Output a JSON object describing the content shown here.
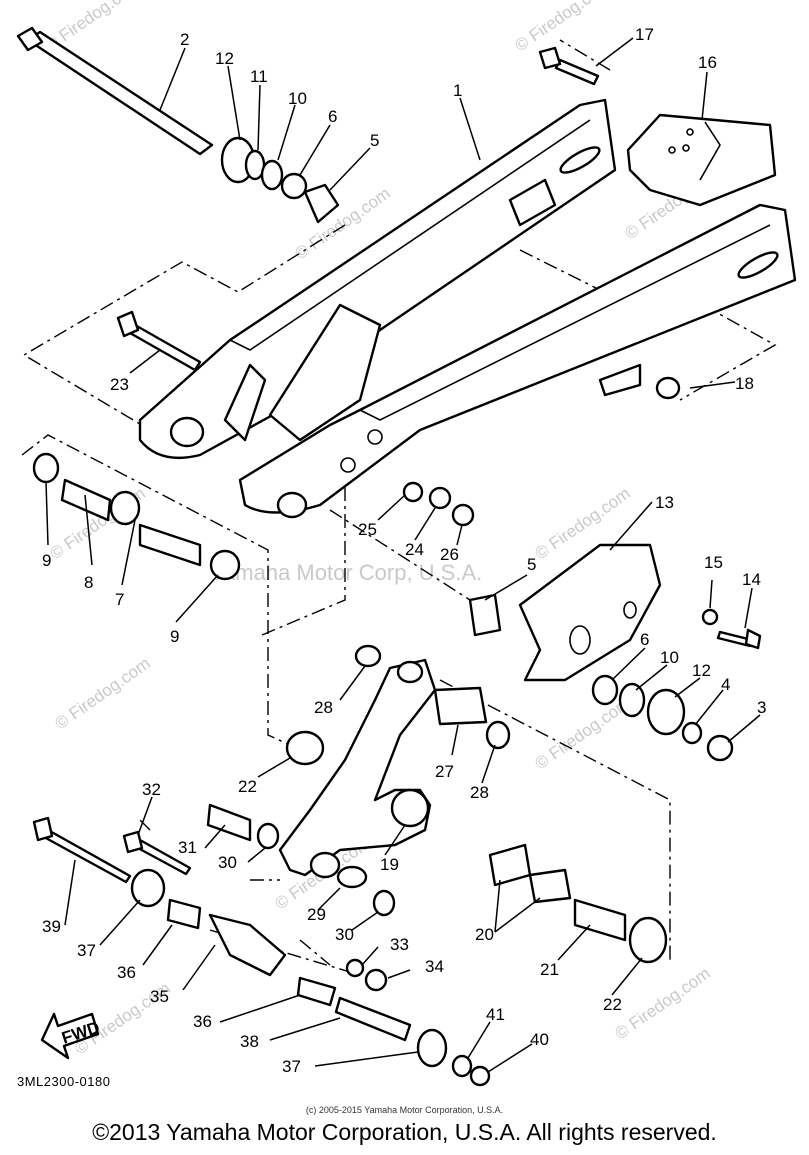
{
  "diagram": {
    "callouts": [
      "1",
      "2",
      "3",
      "4",
      "5",
      "5",
      "6",
      "6",
      "7",
      "8",
      "9",
      "9",
      "10",
      "10",
      "11",
      "12",
      "12",
      "13",
      "14",
      "15",
      "16",
      "17",
      "18",
      "19",
      "20",
      "21",
      "22",
      "22",
      "23",
      "24",
      "25",
      "26",
      "27",
      "28",
      "28",
      "29",
      "30",
      "30",
      "31",
      "32",
      "33",
      "34",
      "35",
      "36",
      "36",
      "37",
      "37",
      "38",
      "39",
      "40",
      "41"
    ],
    "fwd_label": "FWD",
    "diagram_code": "3ML2300-0180",
    "watermarks": [
      "© Firedog.com",
      "© Firedog.com",
      "© Firedog.com",
      "© Firedog.com",
      "© Firedog.com",
      "© Firedog.com",
      "© Firedog.com",
      "© Firedog.com",
      "© Firedog.com",
      "© Firedog.com",
      "© Firedog.com",
      "Yamaha Motor Corp, U.S.A."
    ]
  },
  "footer": {
    "small_copyright": "(c) 2005-2015 Yamaha Motor Corporation, U.S.A.",
    "main_copyright": "©2013 Yamaha Motor Corporation, U.S.A. All rights reserved."
  }
}
